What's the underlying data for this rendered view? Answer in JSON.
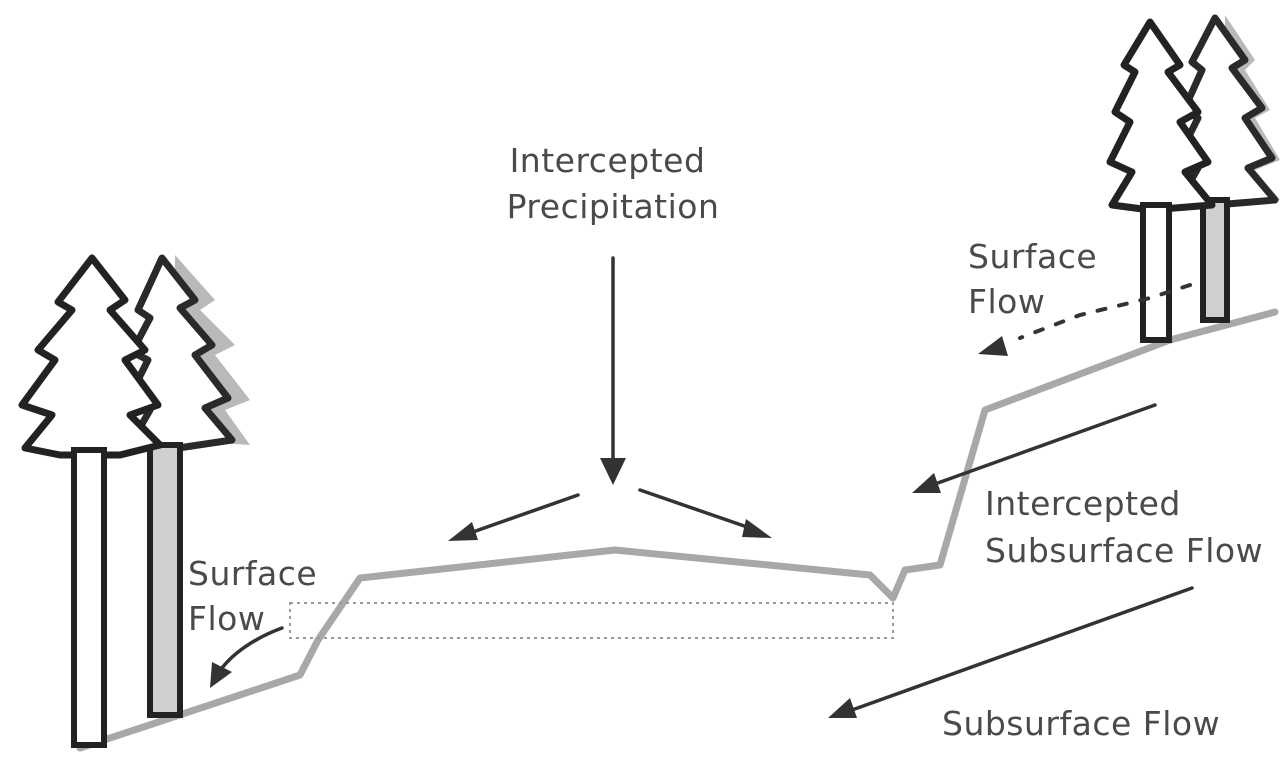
{
  "labels": {
    "intercepted_precipitation": [
      "Intercepted",
      "Precipitation"
    ],
    "surface_flow_right": [
      "Surface",
      "Flow"
    ],
    "surface_flow_left": [
      "Surface",
      "Flow"
    ],
    "intercepted_subsurface_flow": [
      "Intercepted",
      "Subsurface Flow"
    ],
    "subsurface_flow": "Subsurface Flow"
  }
}
